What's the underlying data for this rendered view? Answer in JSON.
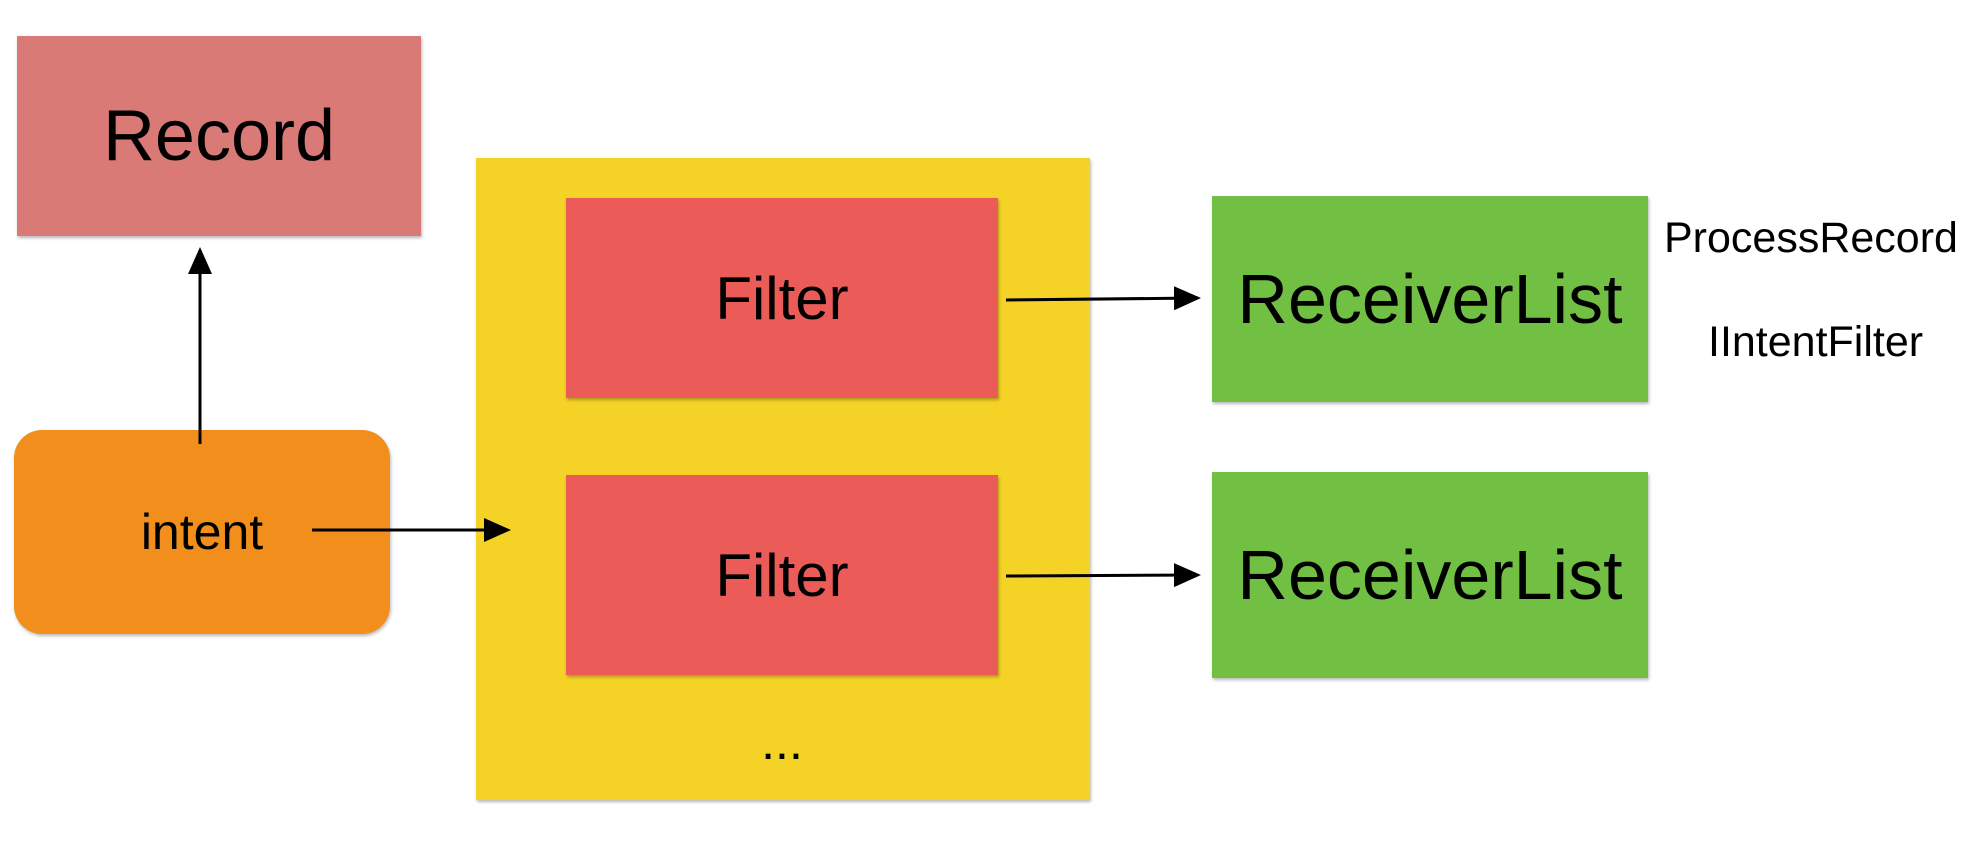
{
  "diagram": {
    "record": {
      "label": "Record",
      "color": "#d97a77"
    },
    "container": {
      "color": "#f5d226",
      "filters": [
        {
          "label": "Filter",
          "color": "#eb5b57"
        },
        {
          "label": "Filter",
          "color": "#eb5b57"
        }
      ],
      "ellipsis": "..."
    },
    "receivers": [
      {
        "label": "ReceiverList",
        "color": "#71c044"
      },
      {
        "label": "ReceiverList",
        "color": "#71c044"
      }
    ],
    "intent": {
      "label": "intent",
      "color": "#f28f1c"
    },
    "annotations": {
      "process_record": "ProcessRecord",
      "intent_filter": "IIntentFilter"
    }
  }
}
